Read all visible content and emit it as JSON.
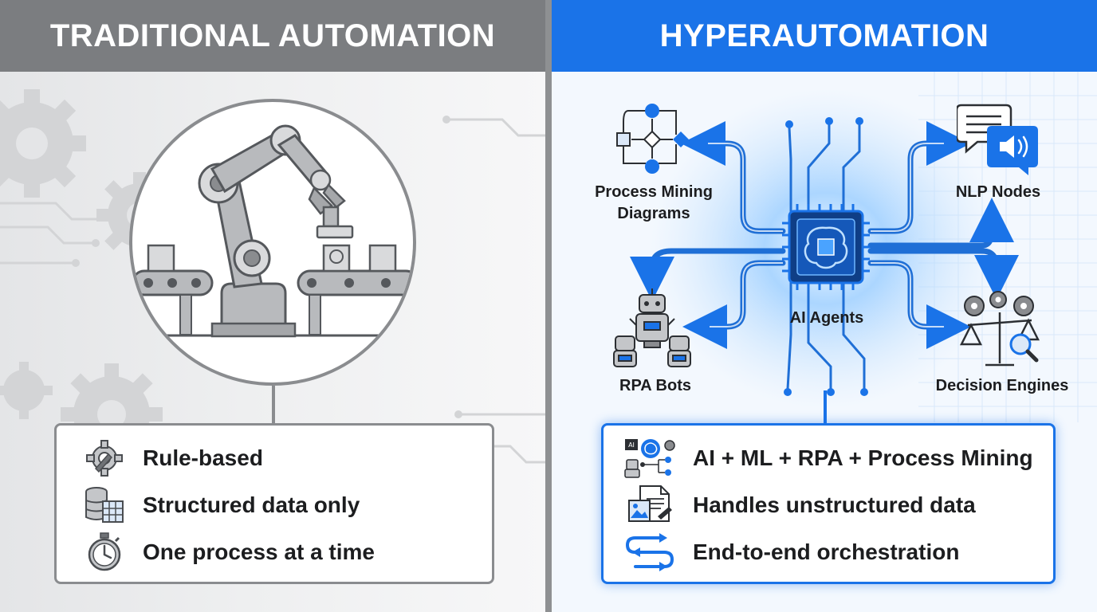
{
  "left": {
    "title": "TRADITIONAL AUTOMATION",
    "features": [
      {
        "icon": "gear-wrench-icon",
        "label": "Rule-based"
      },
      {
        "icon": "database-table-icon",
        "label": "Structured data only"
      },
      {
        "icon": "stopwatch-icon",
        "label": "One process at a time"
      }
    ]
  },
  "right": {
    "title": "HYPERAUTOMATION",
    "nodes": {
      "process_mining": "Process Mining\nDiagrams",
      "nlp": "NLP Nodes",
      "ai_agents": "AI Agents",
      "rpa": "RPA Bots",
      "decision": "Decision Engines"
    },
    "features": [
      {
        "icon": "ai-stack-icon",
        "label": "AI + ML + RPA + Process Mining"
      },
      {
        "icon": "document-image-icon",
        "label": "Handles unstructured data"
      },
      {
        "icon": "flow-arrows-icon",
        "label": "End-to-end orchestration"
      }
    ]
  },
  "colors": {
    "left_header": "#7b7d80",
    "right_header": "#1a73e8",
    "accent_blue": "#1a73e8",
    "gray_border": "#8a8c8f"
  }
}
